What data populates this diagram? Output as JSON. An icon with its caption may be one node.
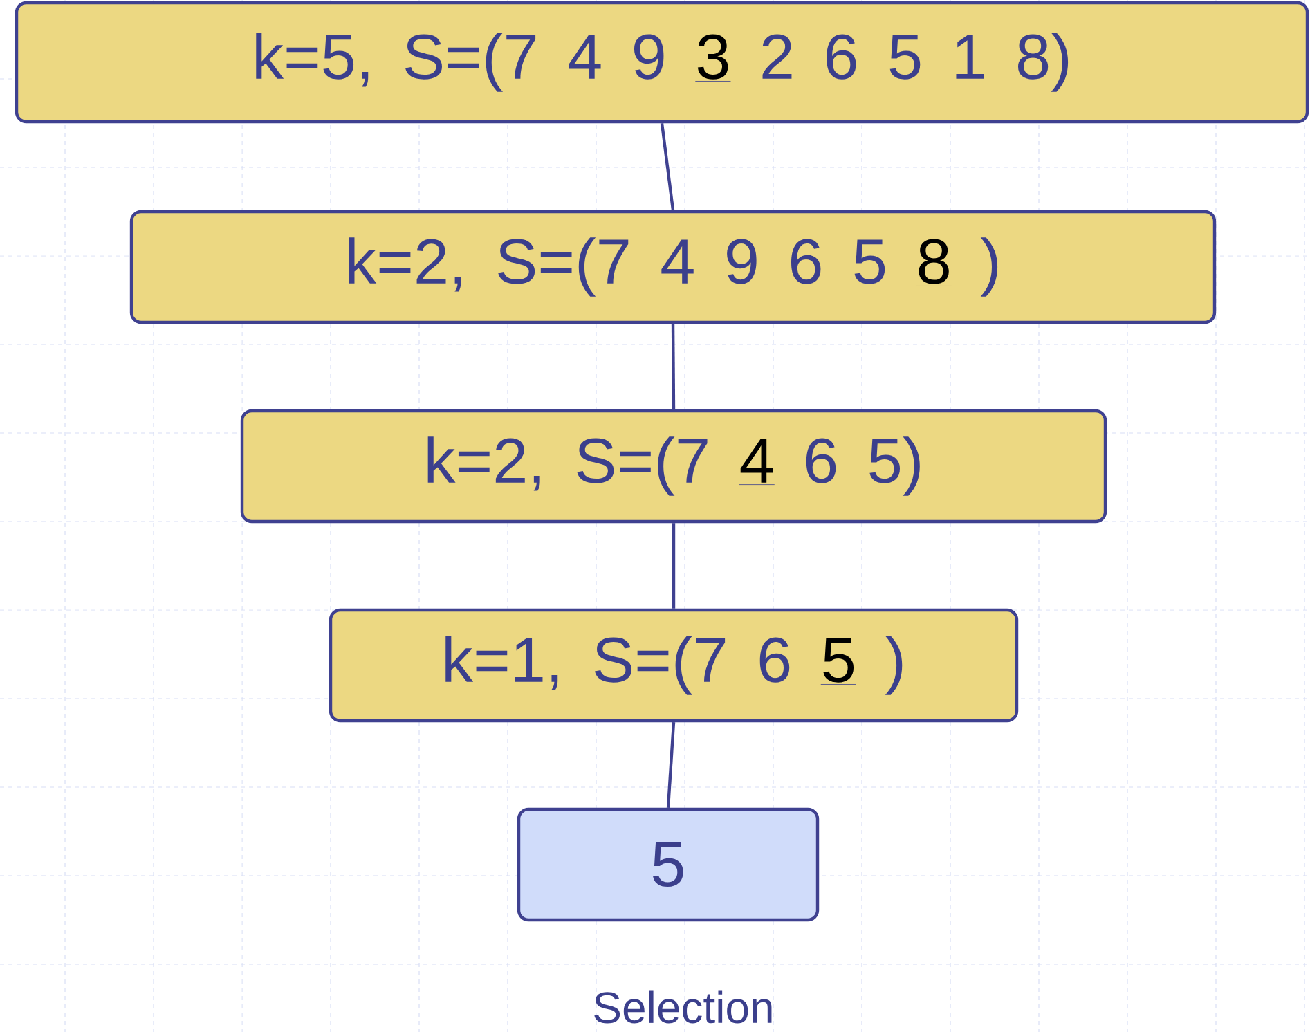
{
  "diagram": {
    "caption": "Selection",
    "nodes": [
      {
        "text": [
          "k=5, S=(7 4 9",
          "3",
          "2 6 5 1 8)"
        ]
      },
      {
        "text": [
          "k=2, S=(7 4 9 6 5",
          "8",
          ")"
        ]
      },
      {
        "text": [
          "k=2, S=(7",
          "4",
          "6 5)"
        ]
      },
      {
        "text": [
          "k=1, S=(7 6",
          "5",
          ")"
        ]
      },
      {
        "text": [
          "5"
        ]
      }
    ],
    "edges": [
      {
        "from": 0,
        "to": 1,
        "arrow": "none"
      },
      {
        "from": 1,
        "to": 2,
        "arrow": "none"
      },
      {
        "from": 2,
        "to": 3,
        "arrow": "none"
      },
      {
        "from": 3,
        "to": 4,
        "arrow": "none"
      }
    ]
  }
}
